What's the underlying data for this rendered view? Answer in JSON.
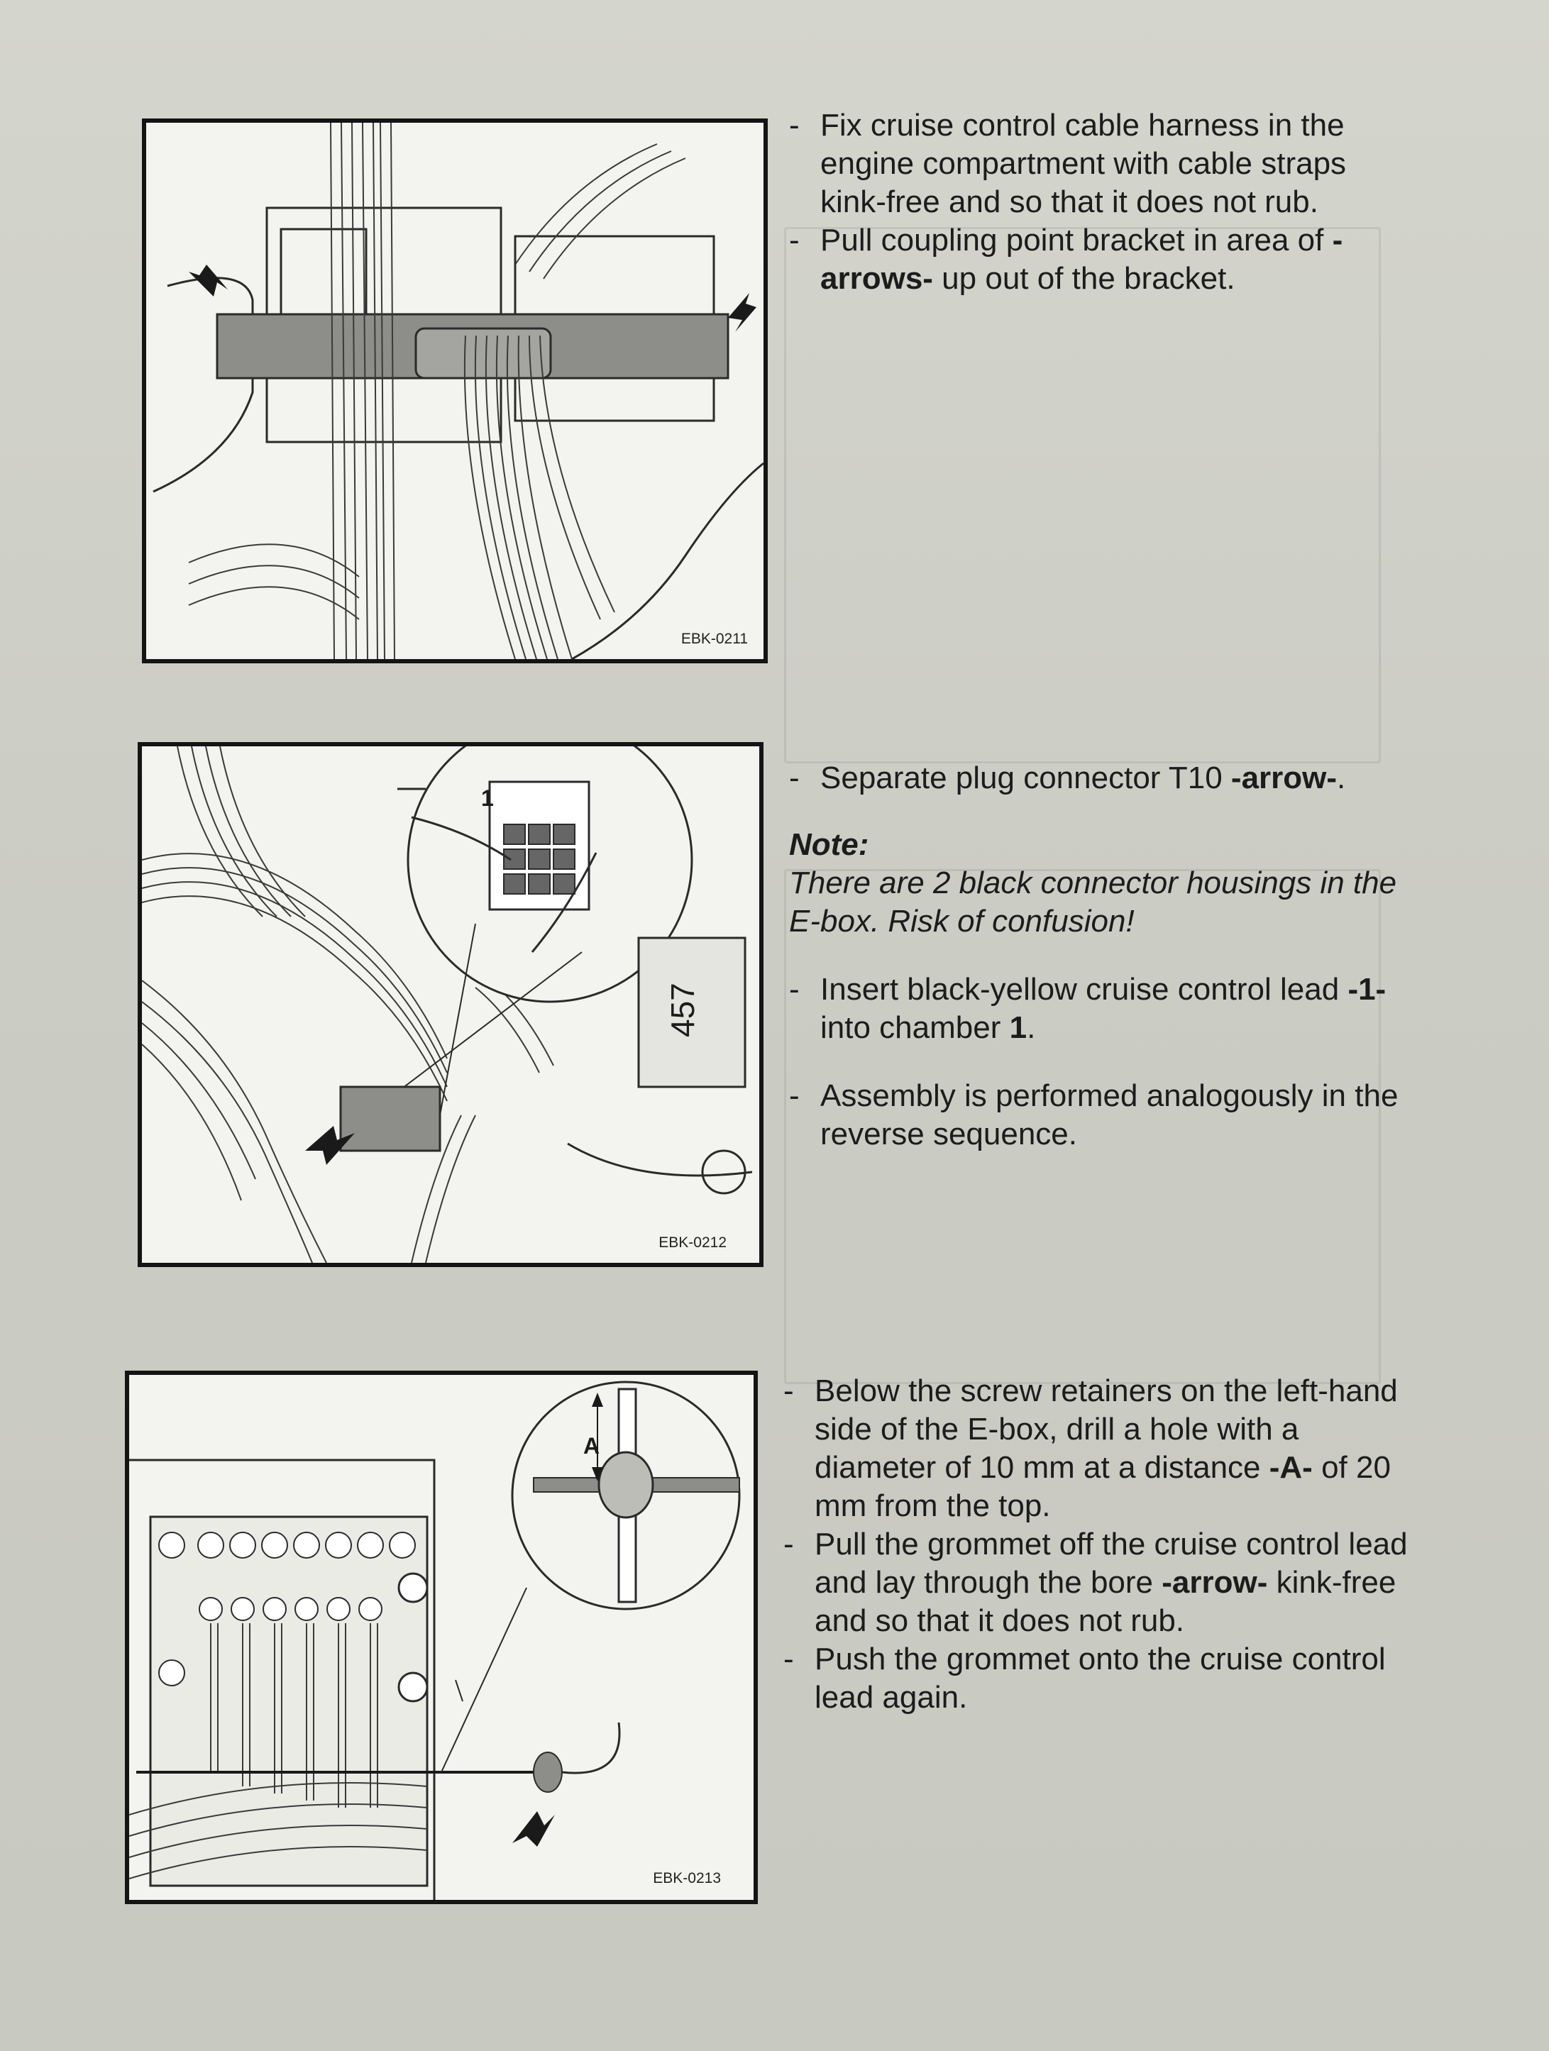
{
  "figures": [
    {
      "code": "EBK-0211"
    },
    {
      "code": "EBK-0212",
      "callout_1": "1",
      "relay_label": "457"
    },
    {
      "code": "EBK-0213",
      "dimension_label": "A"
    }
  ],
  "section1": {
    "step1": "Fix cruise control cable harness in the engine compartment with cable straps kink-free and so that it does not rub.",
    "step2_pre": "Pull coupling point bracket in area of ",
    "step2_bold": "-arrows-",
    "step2_post": " up out of the bracket."
  },
  "section2": {
    "step1_pre": "Separate plug connector T10 ",
    "step1_bold": "-arrow-",
    "step1_post": ".",
    "note_heading": "Note:",
    "note_text": "There are 2 black connector housings in the E-box. Risk of confusion!",
    "step2_pre": "Insert black-yellow cruise control lead ",
    "step2_bold": "-1-",
    "step2_mid": " into chamber ",
    "step2_bold2": "1",
    "step2_post": ".",
    "step3": "Assembly is performed analogously in the reverse sequence."
  },
  "section3": {
    "step1_pre": "Below the screw retainers on the left-hand side of the E-box, drill a hole with a diameter of 10 mm at a distance ",
    "step1_bold": "-A-",
    "step1_post": " of 20 mm from the top.",
    "step2_pre": "Pull the grommet off the cruise control lead and lay through the bore ",
    "step2_bold": "-arrow-",
    "step2_post": " kink-free and so that it does not rub.",
    "step3": "Push the grommet onto the cruise control lead again."
  },
  "bullet": "-"
}
